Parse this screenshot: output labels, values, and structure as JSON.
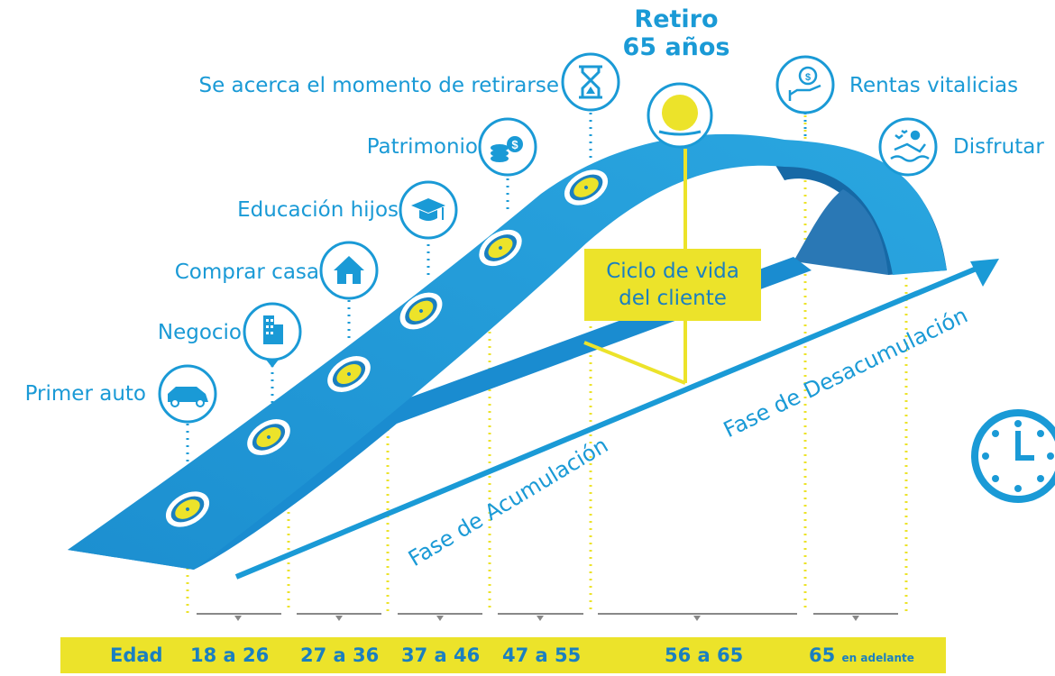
{
  "colors": {
    "blue": "#1a9ad6",
    "blue_dark": "#1479b3",
    "yellow": "#ece32a",
    "grey": "#888888"
  },
  "milestones": [
    {
      "label": "Primer auto",
      "icon": "car-icon"
    },
    {
      "label": "Negocio",
      "icon": "building-icon"
    },
    {
      "label": "Comprar casa",
      "icon": "house-icon"
    },
    {
      "label": "Educación hijos",
      "icon": "graduation-cap-icon"
    },
    {
      "label": "Patrimonio",
      "icon": "coins-icon"
    },
    {
      "label": "Se acerca el momento de retirarse",
      "icon": "hourglass-icon"
    }
  ],
  "retiro": {
    "line1": "Retiro",
    "line2": "65 años",
    "icon": "sun-icon"
  },
  "right_items": [
    {
      "label": "Rentas vitalicias",
      "icon": "money-hand-icon"
    },
    {
      "label": "Disfrutar",
      "icon": "relax-icon"
    }
  ],
  "center_box": {
    "line1": "Ciclo de vida",
    "line2": "del cliente"
  },
  "phases": {
    "accumulation": "Fase de  Acumulación",
    "deaccumulation": "Fase de Desacumulación"
  },
  "clock_icon": "clock-icon",
  "age_bar": {
    "label": "Edad",
    "ranges": [
      "18 a 26",
      "27 a 36",
      "37 a 46",
      "47 a 55",
      "56 a 65",
      "65"
    ],
    "last_suffix": "en adelante"
  }
}
